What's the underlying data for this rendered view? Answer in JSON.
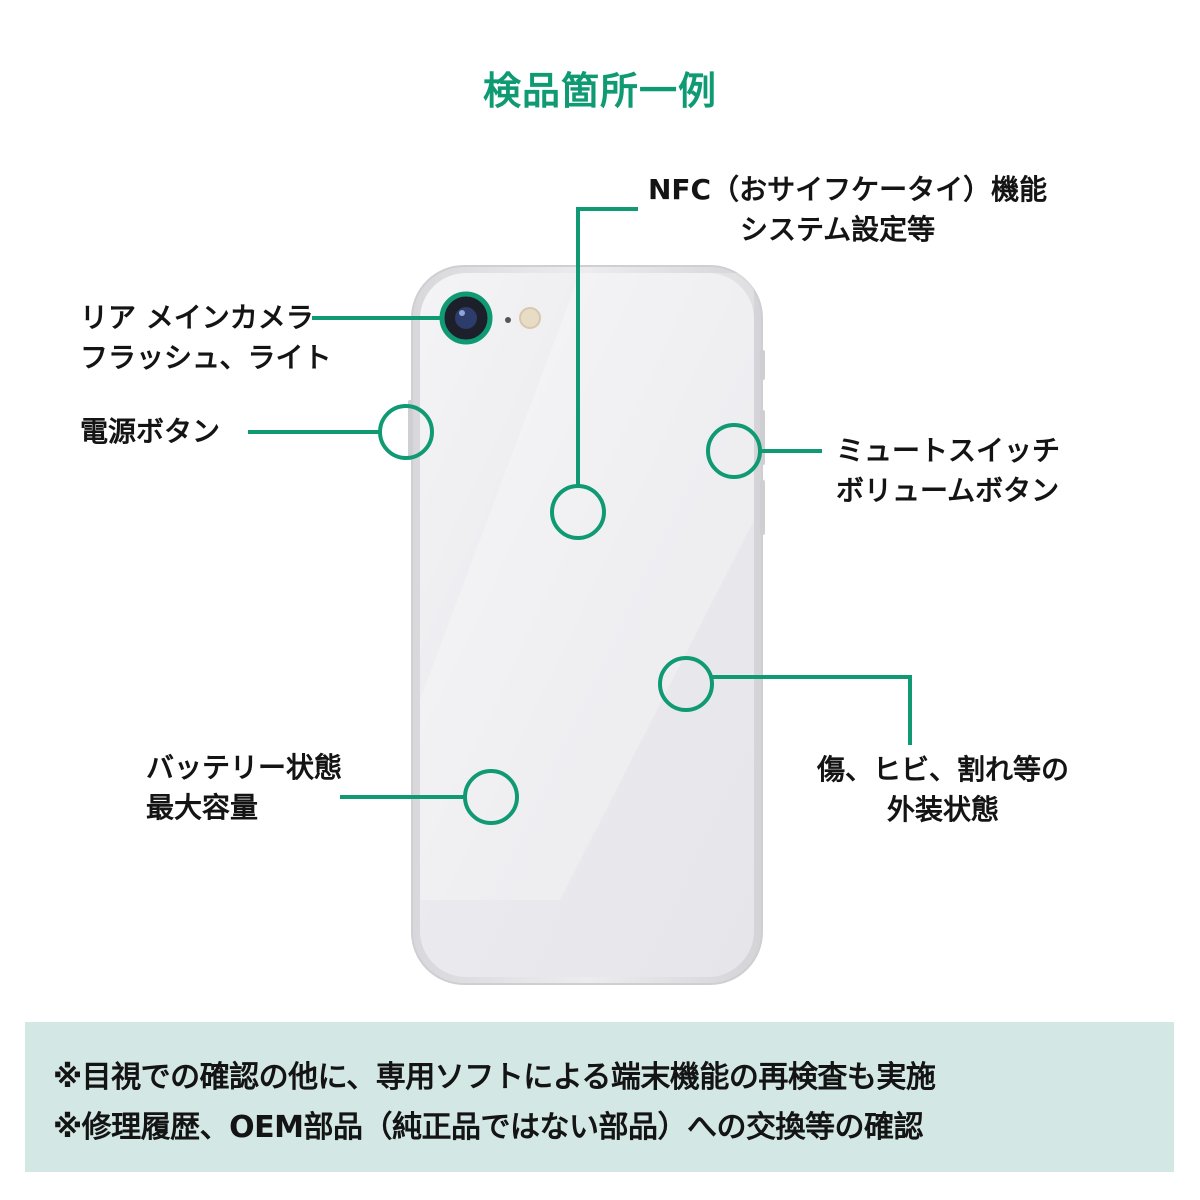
{
  "title": "検品箇所一例",
  "accent_color": "#0f9a74",
  "phone_description": "white-smartphone-back",
  "labels": {
    "nfc": [
      "NFC（おサイフケータイ）機能",
      "システム設定等"
    ],
    "camera": [
      "リア メインカメラ",
      "フラッシュ、ライト"
    ],
    "power": [
      "電源ボタン"
    ],
    "mute": [
      "ミュートスイッチ",
      "ボリュームボタン"
    ],
    "battery": [
      "バッテリー状態",
      "最大容量"
    ],
    "damage": [
      "傷、ヒビ、割れ等の",
      "外装状態"
    ]
  },
  "notes": [
    "※目視での確認の他に、専用ソフトによる端末機能の再検査も実施",
    "※修理履歴、OEM部品（純正品ではない部品）への交換等の確認"
  ]
}
